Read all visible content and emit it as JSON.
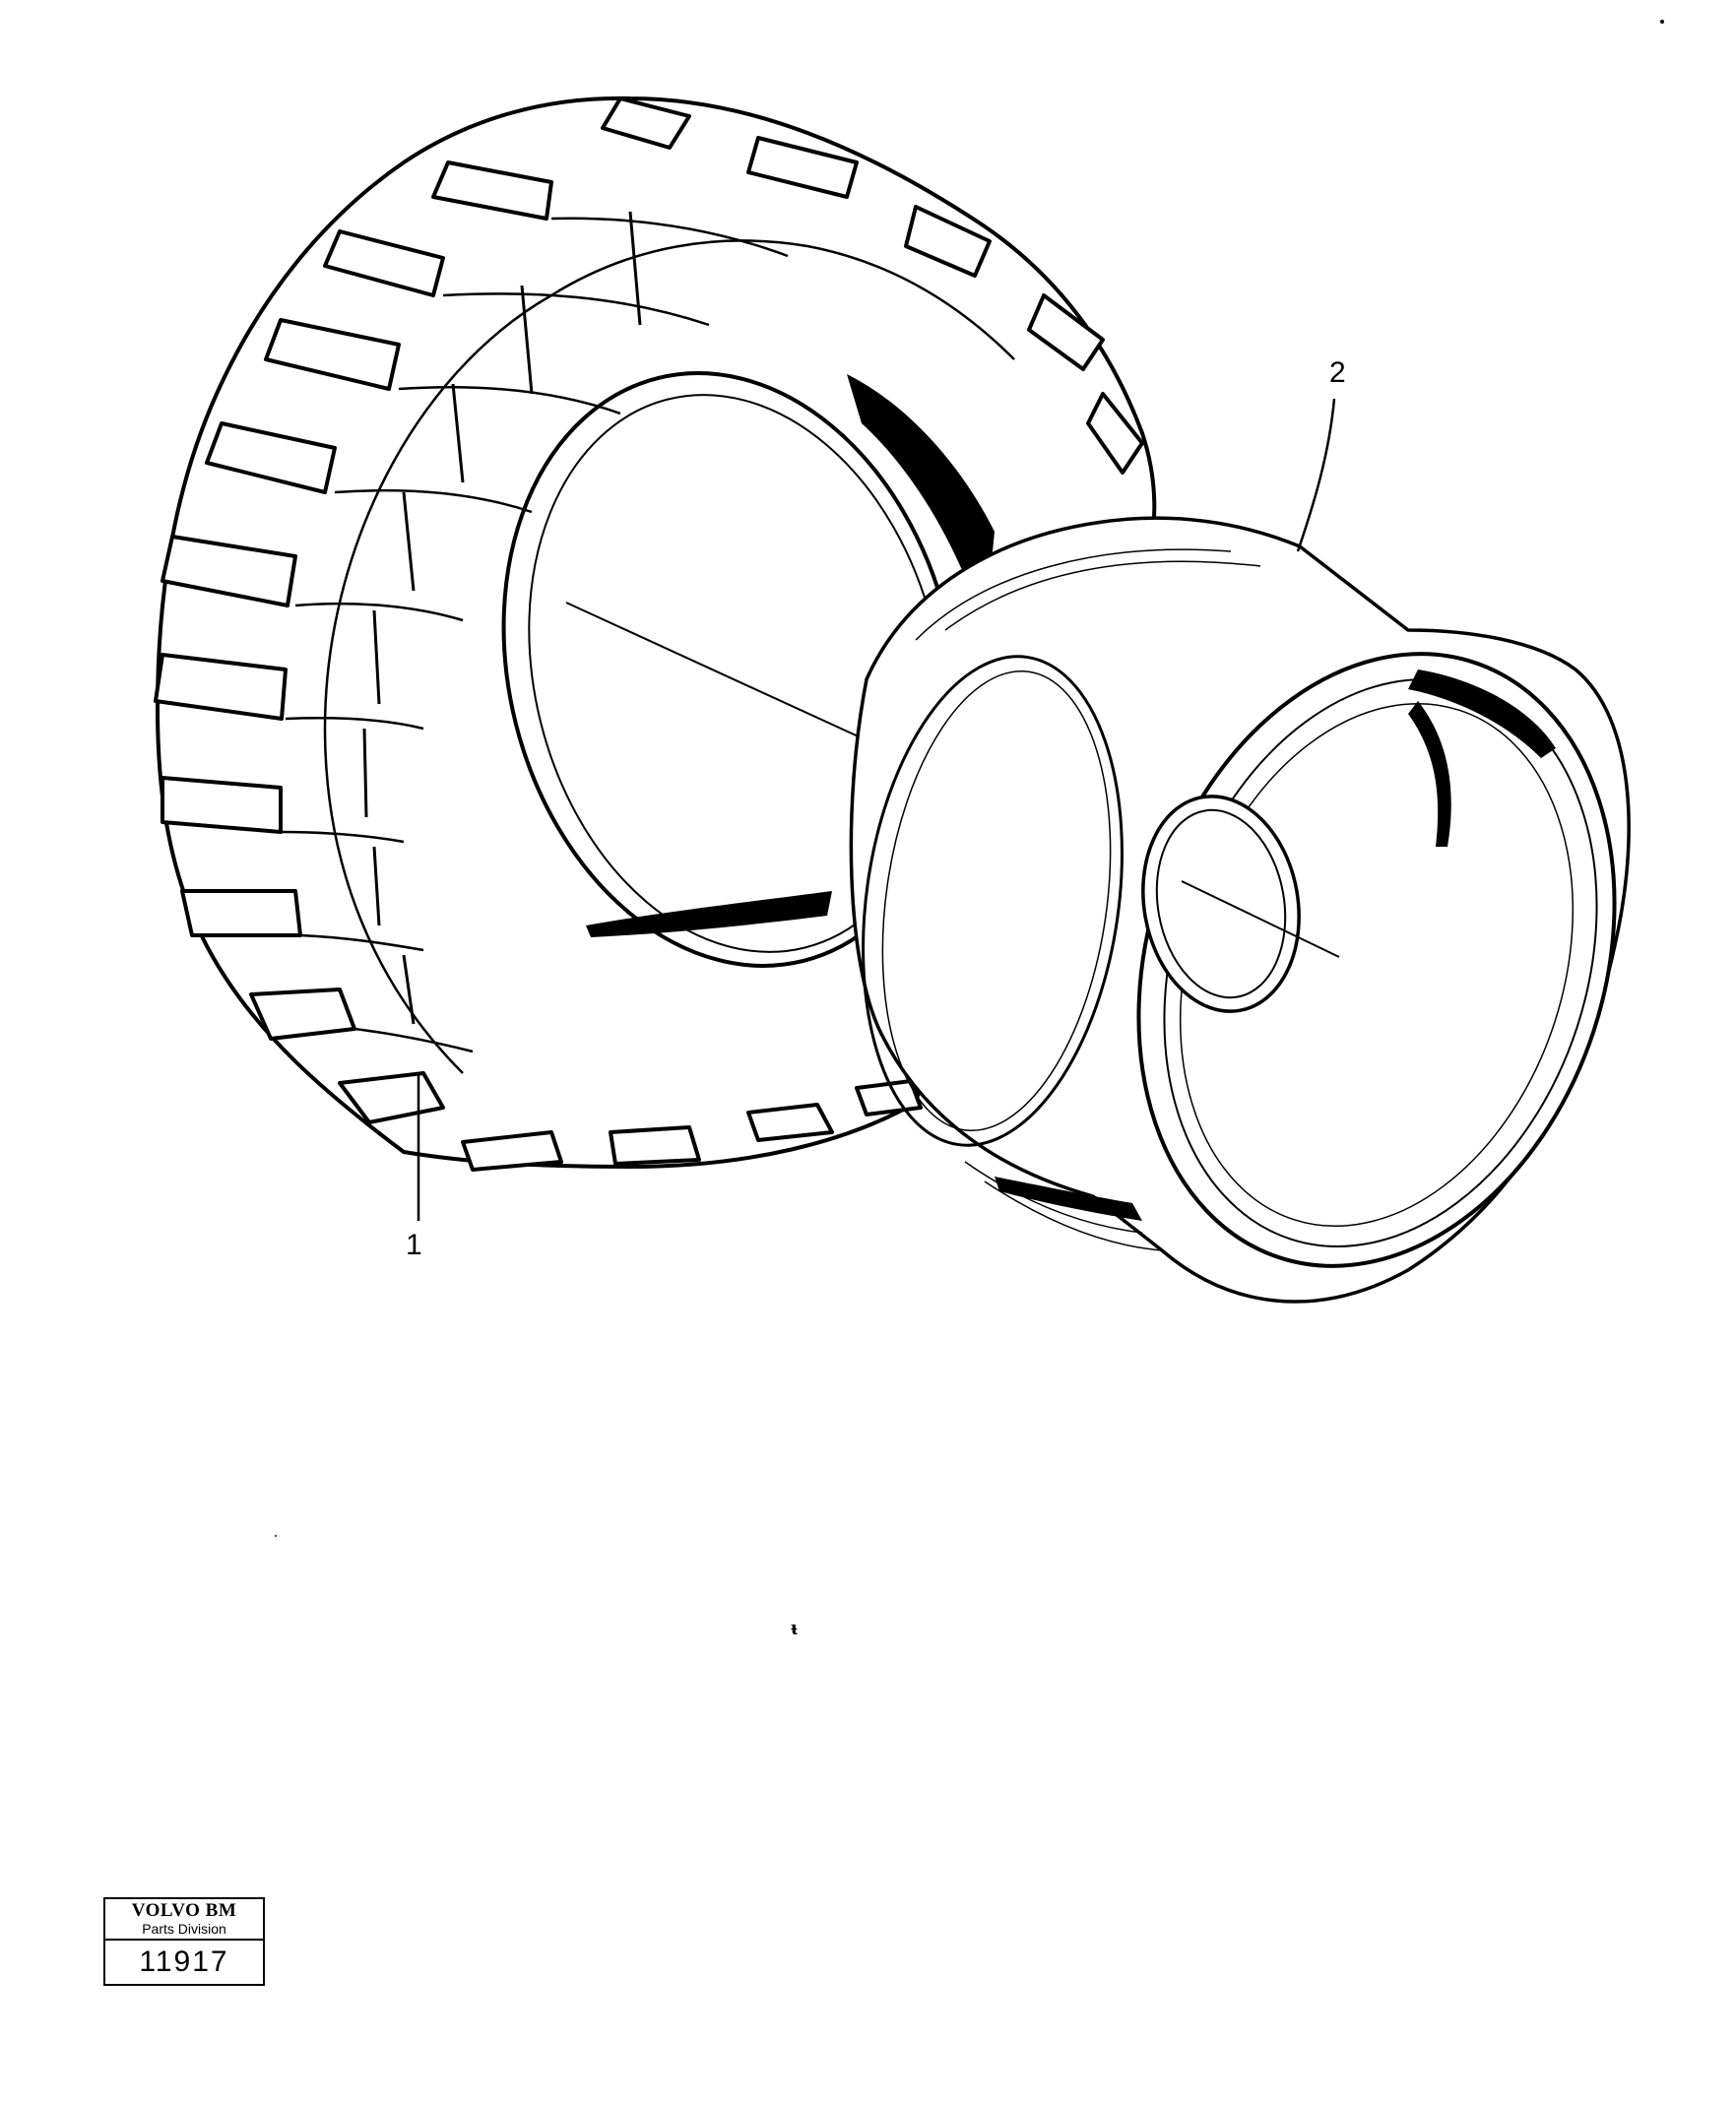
{
  "callouts": {
    "tire": "1",
    "rim": "2"
  },
  "stamp": {
    "brand": "VOLVO BM",
    "division": "Parts Division",
    "code": "11917"
  },
  "colors": {
    "ink": "#000000",
    "paper": "#ffffff"
  }
}
